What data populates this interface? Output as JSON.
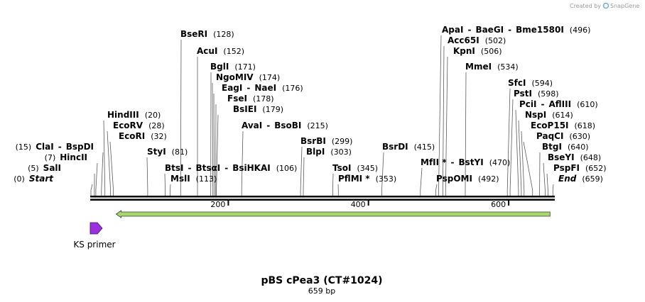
{
  "credit": {
    "prefix": "Created by",
    "brand": "SnapGene"
  },
  "map": {
    "title": "pBS cPea3 (CT#1024)",
    "length_label": "659 bp",
    "length": 659,
    "ticks": [
      200,
      400,
      600
    ],
    "feature": {
      "name": "KS primer",
      "start": 1,
      "end": 17,
      "color": "#9b30e0"
    },
    "orf": {
      "start": 40,
      "end": 657,
      "color": "#a6d96a"
    }
  },
  "sites": [
    {
      "row": 0,
      "pos": 0,
      "parts": [
        {
          "t": "(0)",
          "k": "pos"
        },
        {
          "t": "Start",
          "k": "enz",
          "i": true
        }
      ]
    },
    {
      "row": 1,
      "pos": 5,
      "parts": [
        {
          "t": "(5)",
          "k": "pos"
        },
        {
          "t": "SalI",
          "k": "enz"
        }
      ]
    },
    {
      "row": 2,
      "pos": 7,
      "parts": [
        {
          "t": "(7)",
          "k": "pos"
        },
        {
          "t": "HincII",
          "k": "enz"
        }
      ]
    },
    {
      "row": 3,
      "pos": 15,
      "parts": [
        {
          "t": "(15)",
          "k": "pos"
        },
        {
          "t": "ClaI",
          "k": "enz"
        },
        {
          "t": "-",
          "k": "sep"
        },
        {
          "t": "BspDI",
          "k": "enz"
        }
      ]
    },
    {
      "row": 4,
      "pos": 20,
      "parts": [
        {
          "t": "HindIII",
          "k": "enz"
        },
        {
          "t": "(20)",
          "k": "pos"
        }
      ]
    },
    {
      "row": 5,
      "pos": 28,
      "parts": [
        {
          "t": "EcoRV",
          "k": "enz"
        },
        {
          "t": "(28)",
          "k": "pos"
        }
      ]
    },
    {
      "row": 6,
      "pos": 32,
      "parts": [
        {
          "t": "EcoRI",
          "k": "enz"
        },
        {
          "t": "(32)",
          "k": "pos"
        }
      ]
    },
    {
      "row": 7,
      "pos": 81,
      "parts": [
        {
          "t": "StyI",
          "k": "enz"
        },
        {
          "t": "(81)",
          "k": "pos"
        }
      ]
    },
    {
      "row": 8,
      "pos": 106,
      "parts": [
        {
          "t": "BtsI",
          "k": "enz"
        },
        {
          "t": "-",
          "k": "sep"
        },
        {
          "t": "BtsαI",
          "k": "enz"
        },
        {
          "t": "-",
          "k": "sep"
        },
        {
          "t": "BsiHKAI",
          "k": "enz"
        },
        {
          "t": "(106)",
          "k": "pos"
        }
      ]
    },
    {
      "row": 9,
      "pos": 113,
      "parts": [
        {
          "t": "MslI",
          "k": "enz"
        },
        {
          "t": "(113)",
          "k": "pos"
        }
      ]
    },
    {
      "row": 10,
      "pos": 128,
      "parts": [
        {
          "t": "BseRI",
          "k": "enz"
        },
        {
          "t": "(128)",
          "k": "pos"
        }
      ]
    },
    {
      "row": 11,
      "pos": 152,
      "parts": [
        {
          "t": "AcuI",
          "k": "enz"
        },
        {
          "t": "(152)",
          "k": "pos"
        }
      ]
    },
    {
      "row": 12,
      "pos": 171,
      "parts": [
        {
          "t": "BglI",
          "k": "enz"
        },
        {
          "t": "(171)",
          "k": "pos"
        }
      ]
    },
    {
      "row": 13,
      "pos": 174,
      "parts": [
        {
          "t": "NgoMIV",
          "k": "enz"
        },
        {
          "t": "(174)",
          "k": "pos"
        }
      ]
    },
    {
      "row": 14,
      "pos": 176,
      "parts": [
        {
          "t": "EagI",
          "k": "enz"
        },
        {
          "t": "-",
          "k": "sep"
        },
        {
          "t": "NaeI",
          "k": "enz"
        },
        {
          "t": "(176)",
          "k": "pos"
        }
      ]
    },
    {
      "row": 15,
      "pos": 178,
      "parts": [
        {
          "t": "FseI",
          "k": "enz"
        },
        {
          "t": "(178)",
          "k": "pos"
        }
      ]
    },
    {
      "row": 16,
      "pos": 179,
      "parts": [
        {
          "t": "BsIEI",
          "k": "enz"
        },
        {
          "t": "(179)",
          "k": "pos"
        }
      ]
    },
    {
      "row": 17,
      "pos": 215,
      "parts": [
        {
          "t": "AvaI",
          "k": "enz"
        },
        {
          "t": "-",
          "k": "sep"
        },
        {
          "t": "BsoBI",
          "k": "enz"
        },
        {
          "t": "(215)",
          "k": "pos"
        }
      ]
    },
    {
      "row": 18,
      "pos": 299,
      "parts": [
        {
          "t": "BsrBI",
          "k": "enz"
        },
        {
          "t": "(299)",
          "k": "pos"
        }
      ]
    },
    {
      "row": 19,
      "pos": 303,
      "parts": [
        {
          "t": "BlpI",
          "k": "enz"
        },
        {
          "t": "(303)",
          "k": "pos"
        }
      ]
    },
    {
      "row": 20,
      "pos": 345,
      "parts": [
        {
          "t": "TsoI",
          "k": "enz"
        },
        {
          "t": "(345)",
          "k": "pos"
        }
      ]
    },
    {
      "row": 21,
      "pos": 353,
      "parts": [
        {
          "t": "PflMI *",
          "k": "enz"
        },
        {
          "t": "(353)",
          "k": "pos"
        }
      ]
    },
    {
      "row": 22,
      "pos": 415,
      "parts": [
        {
          "t": "BsrDI",
          "k": "enz"
        },
        {
          "t": "(415)",
          "k": "pos"
        }
      ]
    },
    {
      "row": 23,
      "pos": 470,
      "parts": [
        {
          "t": "MfII *",
          "k": "enz"
        },
        {
          "t": "-",
          "k": "sep"
        },
        {
          "t": "BstYI",
          "k": "enz"
        },
        {
          "t": "(470)",
          "k": "pos"
        }
      ]
    },
    {
      "row": 24,
      "pos": 492,
      "parts": [
        {
          "t": "PspOMI",
          "k": "enz"
        },
        {
          "t": "(492)",
          "k": "pos"
        }
      ]
    },
    {
      "row": 25,
      "pos": 496,
      "parts": [
        {
          "t": "ApaI",
          "k": "enz"
        },
        {
          "t": "-",
          "k": "sep"
        },
        {
          "t": "BaeGI",
          "k": "enz"
        },
        {
          "t": "-",
          "k": "sep"
        },
        {
          "t": "Bme1580I",
          "k": "enz"
        },
        {
          "t": "(496)",
          "k": "pos"
        }
      ]
    },
    {
      "row": 26,
      "pos": 502,
      "parts": [
        {
          "t": "Acc65I",
          "k": "enz"
        },
        {
          "t": "(502)",
          "k": "pos"
        }
      ]
    },
    {
      "row": 27,
      "pos": 506,
      "parts": [
        {
          "t": "KpnI",
          "k": "enz"
        },
        {
          "t": "(506)",
          "k": "pos"
        }
      ]
    },
    {
      "row": 28,
      "pos": 534,
      "parts": [
        {
          "t": "MmeI",
          "k": "enz"
        },
        {
          "t": "(534)",
          "k": "pos"
        }
      ]
    },
    {
      "row": 29,
      "pos": 594,
      "parts": [
        {
          "t": "SfcI",
          "k": "enz"
        },
        {
          "t": "(594)",
          "k": "pos"
        }
      ]
    },
    {
      "row": 30,
      "pos": 598,
      "parts": [
        {
          "t": "PstI",
          "k": "enz"
        },
        {
          "t": "(598)",
          "k": "pos"
        }
      ]
    },
    {
      "row": 31,
      "pos": 610,
      "parts": [
        {
          "t": "PciI",
          "k": "enz"
        },
        {
          "t": "-",
          "k": "sep"
        },
        {
          "t": "AflIII",
          "k": "enz"
        },
        {
          "t": "(610)",
          "k": "pos"
        }
      ]
    },
    {
      "row": 32,
      "pos": 614,
      "parts": [
        {
          "t": "NspI",
          "k": "enz"
        },
        {
          "t": "(614)",
          "k": "pos"
        }
      ]
    },
    {
      "row": 33,
      "pos": 618,
      "parts": [
        {
          "t": "EcoP15I",
          "k": "enz"
        },
        {
          "t": "(618)",
          "k": "pos"
        }
      ]
    },
    {
      "row": 34,
      "pos": 630,
      "parts": [
        {
          "t": "PaqCI",
          "k": "enz"
        },
        {
          "t": "(630)",
          "k": "pos"
        }
      ]
    },
    {
      "row": 35,
      "pos": 640,
      "parts": [
        {
          "t": "BtgI",
          "k": "enz"
        },
        {
          "t": "(640)",
          "k": "pos"
        }
      ]
    },
    {
      "row": 36,
      "pos": 648,
      "parts": [
        {
          "t": "BseYI",
          "k": "enz"
        },
        {
          "t": "(648)",
          "k": "pos"
        }
      ]
    },
    {
      "row": 37,
      "pos": 652,
      "parts": [
        {
          "t": "PspFI",
          "k": "enz"
        },
        {
          "t": "(652)",
          "k": "pos"
        }
      ]
    },
    {
      "row": 38,
      "pos": 659,
      "parts": [
        {
          "t": "End",
          "k": "enz",
          "i": true
        },
        {
          "t": "(659)",
          "k": "pos"
        }
      ]
    }
  ]
}
